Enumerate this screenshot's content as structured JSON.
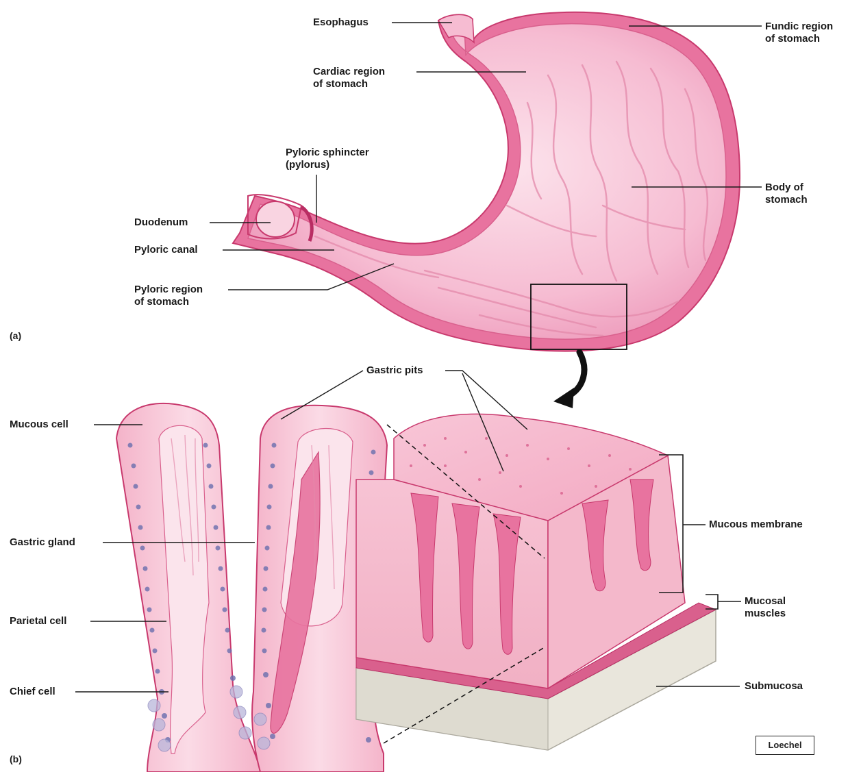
{
  "panels": {
    "a": "(a)",
    "b": "(b)"
  },
  "labels": {
    "esophagus": "Esophagus",
    "fundic": "Fundic region\nof stomach",
    "cardiac": "Cardiac region\nof stomach",
    "pyloric_sphincter": "Pyloric sphincter\n(pylorus)",
    "duodenum": "Duodenum",
    "pyloric_canal": "Pyloric canal",
    "pyloric_region": "Pyloric region\nof stomach",
    "body": "Body of\nstomach",
    "gastric_pits": "Gastric pits",
    "mucous_cell": "Mucous cell",
    "gastric_gland": "Gastric gland",
    "parietal_cell": "Parietal cell",
    "chief_cell": "Chief cell",
    "mucous_membrane": "Mucous membrane",
    "mucosal_muscles": "Mucosal\nmuscles",
    "submucosa": "Submucosa"
  },
  "credit": "Loechel",
  "colors": {
    "tissue": "#f2a9c4",
    "tissue_dark": "#d9608d",
    "tissue_light": "#fbd6e3",
    "outline": "#c8396d",
    "nucleus": "#6a6fae",
    "submucosa": "#e9e6dc",
    "leader": "#1a1a1a"
  }
}
